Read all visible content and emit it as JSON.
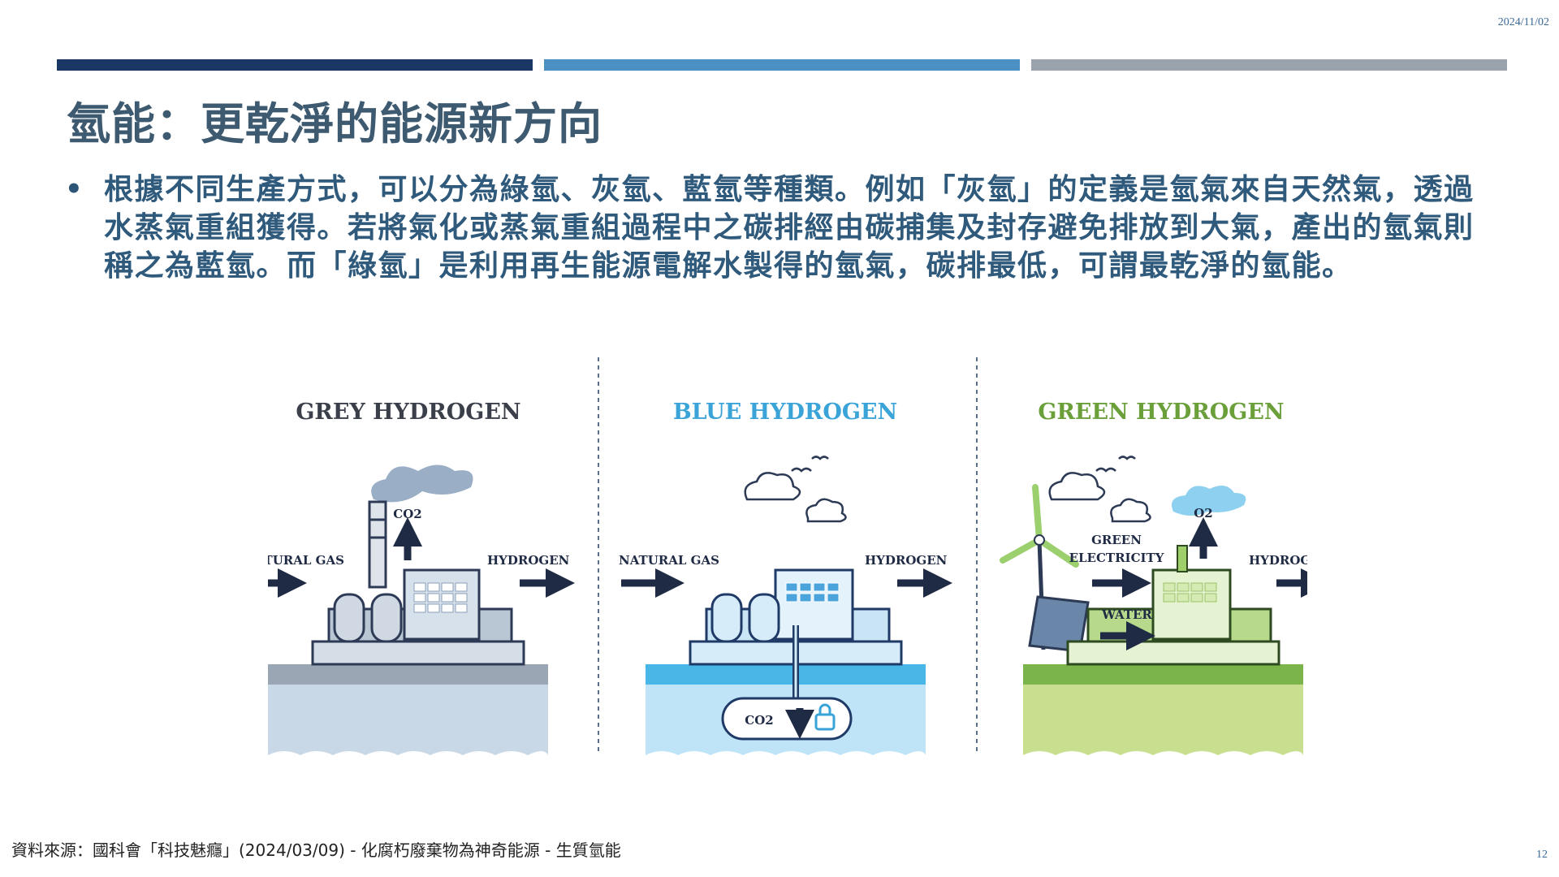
{
  "header": {
    "date": "2024/11/02",
    "title": "氫能：更乾淨的能源新方向"
  },
  "content": {
    "bullet": "根據不同生產方式，可以分為綠氫、灰氫、藍氫等種類。例如「灰氫」的定義是氫氣來自天然氣，透過水蒸氣重組獲得。若將氣化或蒸氣重組過程中之碳排經由碳捕集及封存避免排放到大氣，產出的氫氣則稱之為藍氫。而「綠氫」是利用再生能源電解水製得的氫氣，碳排最低，可謂最乾淨的氫能。"
  },
  "illustration": {
    "panels": [
      {
        "heading": "GREY HYDROGEN",
        "input_label": "NATURAL GAS",
        "output_label": "HYDROGEN",
        "emission_label": "CO2",
        "heading_color": "#3b3f4a"
      },
      {
        "heading": "BLUE HYDROGEN",
        "input_label": "NATURAL GAS",
        "output_label": "HYDROGEN",
        "capture_label": "CO2",
        "heading_color": "#3aa3d8"
      },
      {
        "heading": "GREEN HYDROGEN",
        "input_label_1": "GREEN",
        "input_label_2": "ELECTRICITY",
        "input_label_3": "WATER",
        "output_label": "HYDROGEN",
        "emission_label": "O2",
        "heading_color": "#6a9f3a"
      }
    ]
  },
  "footer": {
    "source": "資料來源：國科會「科技魅癮」(2024/03/09) - 化腐朽廢棄物為神奇能源 - 生質氫能",
    "page_number": "12"
  }
}
